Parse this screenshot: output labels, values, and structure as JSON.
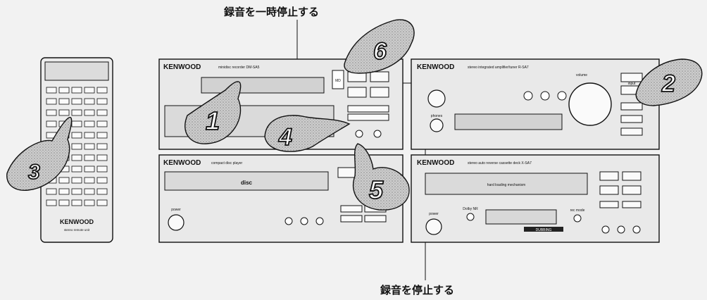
{
  "captions": {
    "pause": "録音を一時停止する",
    "stop": "録音を停止する"
  },
  "brands": {
    "remote": "KENWOOD",
    "md": "KENWOOD",
    "cd": "KENWOOD",
    "amp": "KENWOOD",
    "cassette": "KENWOOD"
  },
  "models": {
    "md": "minidisc recorder DM-SA5",
    "cd": "compact disc player",
    "amp": "stereo integrated amplifier/tuner R-SA7",
    "cassette": "stereo auto reverse cassette deck X-SA7",
    "remote": "stereo remote unit"
  },
  "controls": {
    "power": "power",
    "phones": "phones",
    "volume": "volume",
    "input": "input",
    "dolby": "Dolby NR",
    "rec_mode": "rec mode",
    "cd_logo": "disc",
    "md_logo": "MD",
    "cassette_window": "hard loading mechanism",
    "dubbing": "DUBBING"
  },
  "step_numbers": [
    "1",
    "2",
    "3",
    "4",
    "5",
    "6"
  ],
  "colors": {
    "line": "#111111",
    "panel": "#e9e9e9",
    "display": "#d2d2d2",
    "hand": "#c8c8c8"
  }
}
